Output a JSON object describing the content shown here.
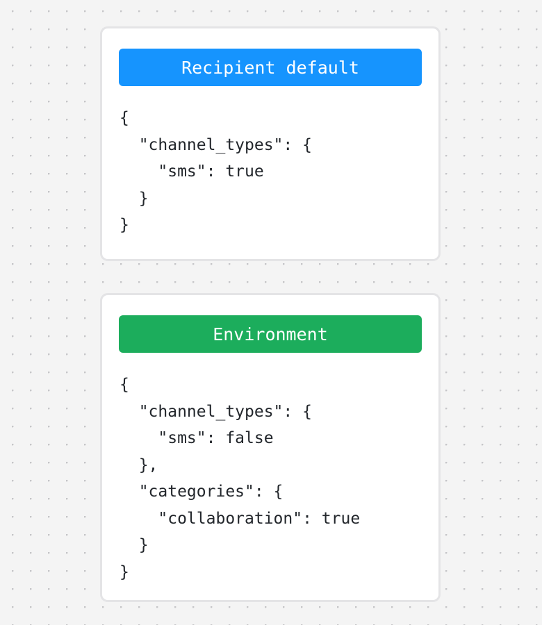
{
  "page": {
    "background_color": "#f4f4f4",
    "dot_color": "#c5c5c8",
    "card_border_color": "#e4e4e6",
    "card_background": "#ffffff",
    "code_text_color": "#22262b"
  },
  "cards": [
    {
      "id": "recipient-default",
      "header_label": "Recipient default",
      "header_color": "#1694fe",
      "header_text_color": "#ffffff",
      "code_lines": [
        "{",
        "  \"channel_types\": {",
        "    \"sms\": true",
        "  }",
        "}"
      ]
    },
    {
      "id": "environment",
      "header_label": "Environment",
      "header_color": "#1cad5c",
      "header_text_color": "#ffffff",
      "code_lines": [
        "{",
        "  \"channel_types\": {",
        "    \"sms\": false",
        "  },",
        "  \"categories\": {",
        "    \"collaboration\": true",
        "  }",
        "}"
      ]
    }
  ]
}
